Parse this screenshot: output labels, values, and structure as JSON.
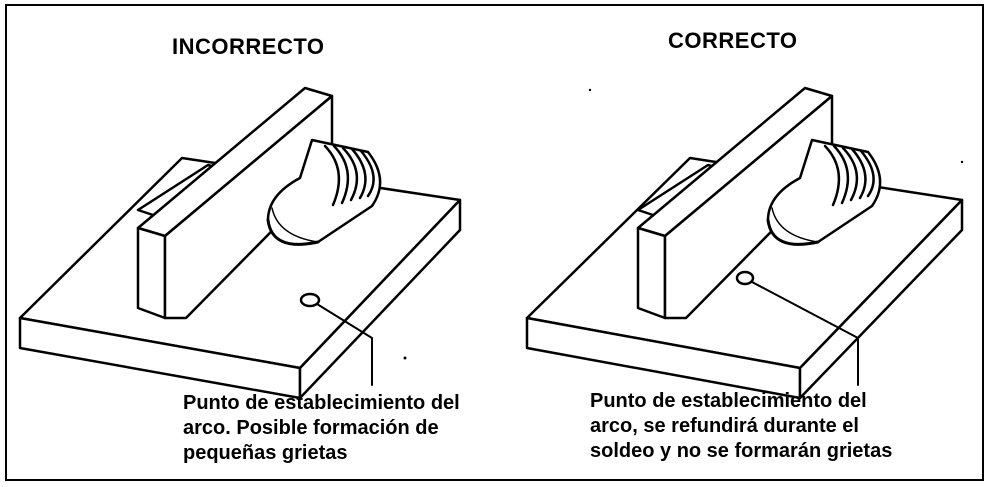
{
  "left_panel": {
    "title": "INCORRECTO",
    "caption": [
      "Punto de establecimiento del",
      "arco. Posible formación de",
      "pequeñas grietas"
    ]
  },
  "right_panel": {
    "title": "CORRECTO",
    "caption": [
      "Punto de establecimiento del",
      "arco, se refundirá durante el",
      "soldeo y no se formarán grietas"
    ]
  }
}
